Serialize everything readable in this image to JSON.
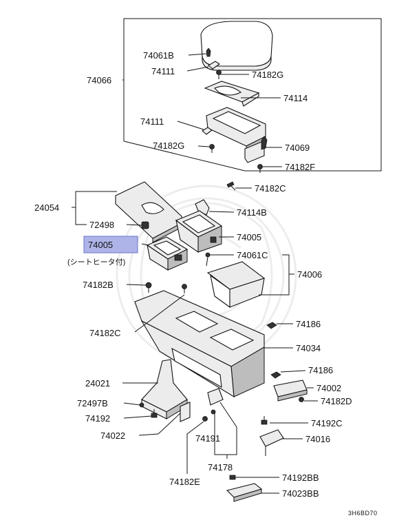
{
  "labels": {
    "p74061B": "74061B",
    "p74111a": "74111",
    "p74182Ga": "74182G",
    "p74066": "74066",
    "p74114": "74114",
    "p74111b": "74111",
    "p74182Gb": "74182G",
    "p74069": "74069",
    "p74182F": "74182F",
    "p74182C_a": "74182C",
    "p24054": "24054",
    "p74114B": "74114B",
    "p72498": "72498",
    "p74005a": "74005",
    "p74005b": "74005",
    "seat_heater_note": "(シートヒータ付)",
    "p74061C": "74061C",
    "p74006": "74006",
    "p74182B": "74182B",
    "p74186a": "74186",
    "p74182C_b": "74182C",
    "p74034": "74034",
    "p74186b": "74186",
    "p24021": "24021",
    "p74002": "74002",
    "p72497B": "72497B",
    "p74182D": "74182D",
    "p74192": "74192",
    "p74192C": "74192C",
    "p74022": "74022",
    "p74191": "74191",
    "p74016": "74016",
    "p74178": "74178",
    "p74192BB": "74192BB",
    "p74182E": "74182E",
    "p74023BB": "74023BB",
    "diagram_code": "3H6BD70"
  },
  "colors": {
    "highlight": "#aeb4e8",
    "line": "#111111"
  }
}
